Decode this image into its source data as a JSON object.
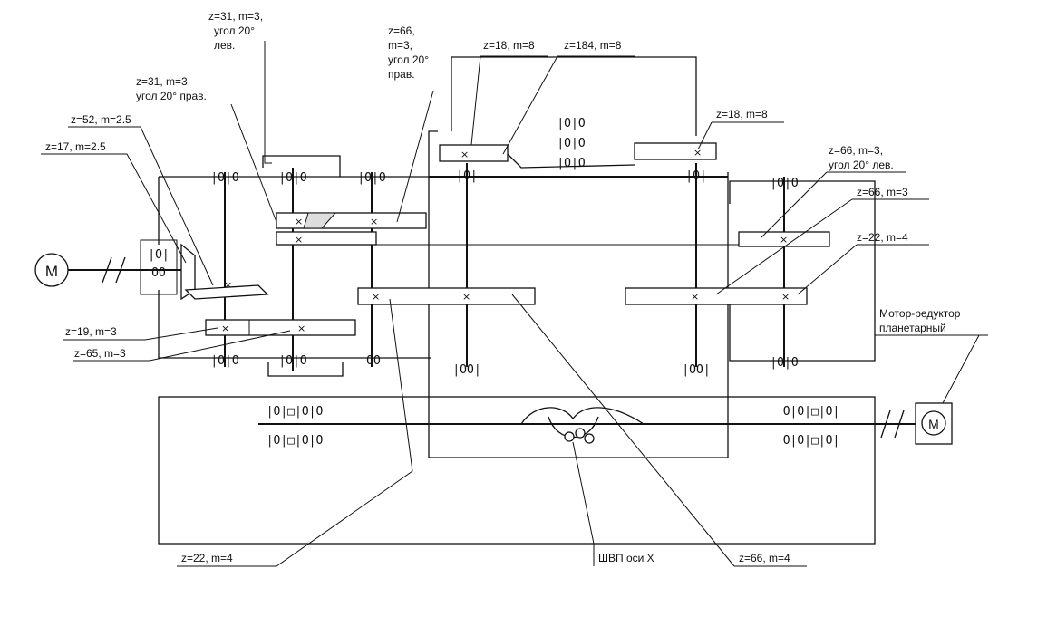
{
  "labels": {
    "z31_lev_1": "z=31, m=3,",
    "z31_lev_2": "угол 20°",
    "z31_lev_3": "лев.",
    "z66_prav_1": "z=66,",
    "z66_prav_2": "m=3,",
    "z66_prav_3": "угол 20°",
    "z66_prav_4": "прав.",
    "z31_prav_1": "z=31, m=3,",
    "z31_prav_2": "угол 20° прав.",
    "z18_left": "z=18, m=8",
    "z184": "z=184, m=8",
    "z18_right": "z=18, m=8",
    "z52": "z=52, m=2.5",
    "z17": "z=17, m=2.5",
    "z66_lev_1": "z=66, m=3,",
    "z66_lev_2": "угол 20° лев.",
    "z66_m3": "z=66, m=3",
    "z22_right": "z=22, m=4",
    "motor_reducer_1": "Мотор-редуктор",
    "motor_reducer_2": "планетарный",
    "z19": "z=19, m=3",
    "z65": "z=65, m=3",
    "z22_bottom": "z=22, m=4",
    "shvp": "ШВП оси X",
    "z66_m4": "z=66, m=4",
    "motor_left": "M",
    "motor_right": "M"
  }
}
